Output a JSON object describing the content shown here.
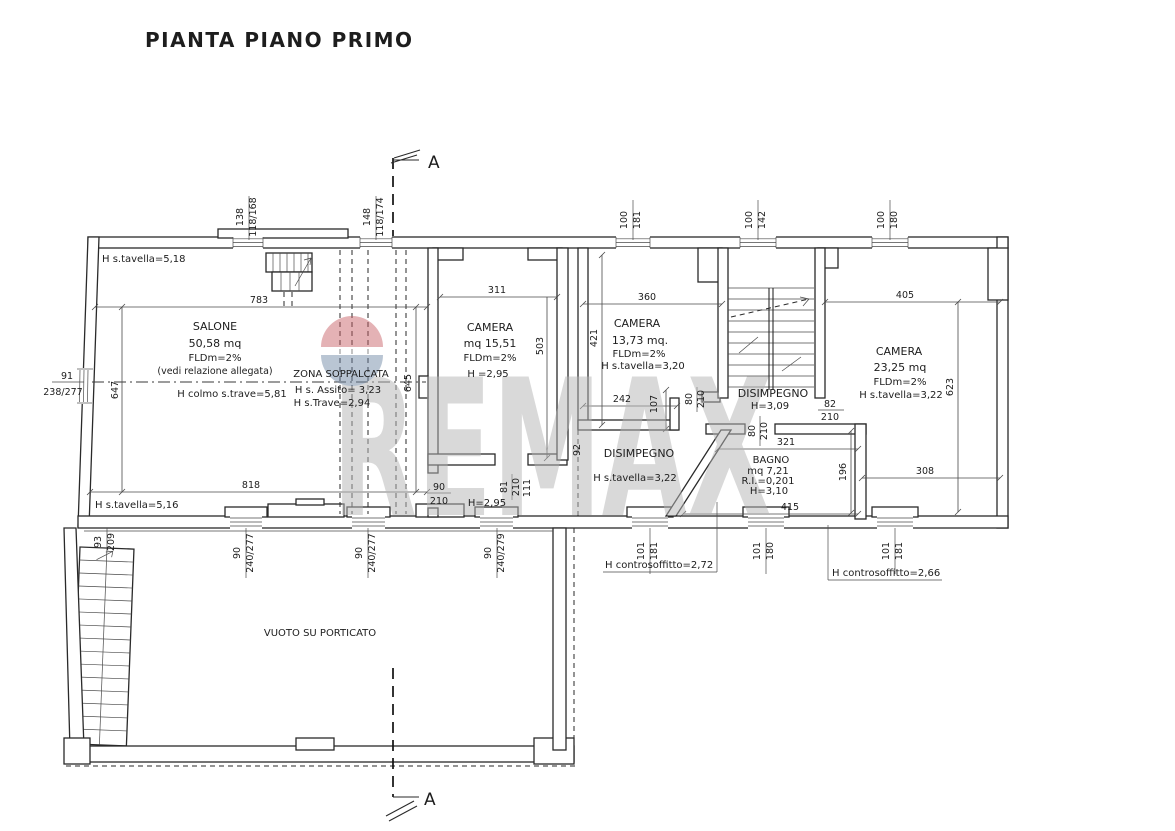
{
  "title": "PIANTA PIANO PRIMO",
  "section": {
    "label": "A"
  },
  "watermark": {
    "brand": "REMAX",
    "letters_gray": "#c6c6c6",
    "balloon_red": "#c55f66",
    "balloon_blue": "#66809f"
  },
  "rooms": {
    "salone": {
      "name": "SALONE",
      "area": "50,58 mq",
      "fld": "FLDm=2%",
      "note": "(vedi relazione allegata)",
      "ridge": "H colmo s.trave=5,81"
    },
    "zona_soppalcata": {
      "name": "ZONA SOPPALCATA",
      "assito": "H s. Assito= 3,23",
      "trave": "H s.Trave=2,94"
    },
    "camera1": {
      "name": "CAMERA",
      "area": "mq 15,51",
      "fld": "FLDm=2%",
      "height": "H =2,95"
    },
    "camera2": {
      "name": "CAMERA",
      "area": "13,73 mq.",
      "fld": "FLDm=2%",
      "height": "H s.tavella=3,20"
    },
    "camera3": {
      "name": "CAMERA",
      "area": "23,25 mq",
      "fld": "FLDm=2%",
      "height": "H s.tavella=3,22"
    },
    "disimpegno_scala": {
      "name": "DISIMPEGNO",
      "height": "H=3,09"
    },
    "disimpegno": {
      "name": "DISIMPEGNO",
      "height": "H s.tavella=3,22"
    },
    "bagno": {
      "name": "BAGNO",
      "area": "mq 7,21",
      "ri": "R.I.=0,201",
      "height": "H=3,10"
    },
    "porticato": {
      "name": "VUOTO SU PORTICATO"
    }
  },
  "notes": {
    "tavella_alta": "H s.tavella=5,18",
    "tavella_bassa": "H s.tavella=5,16",
    "controsoffitto_272": "H controsoffitto=2,72",
    "controsoffitto_266": "H controsoffitto=2,66",
    "corridoio_h": "H=2,95"
  },
  "dims": {
    "salone_larghezza": "783",
    "salone_larghezza_sud": "818",
    "salone_altezza_ovest": "647",
    "salone_altezza_est": "645",
    "camera1_larghezza": "311",
    "camera1_profondita": "503",
    "camera2_larghezza": "360",
    "camera2_profondita": "421",
    "camera2_sud": "242",
    "camera2_jog": "107",
    "passaggio": "92",
    "corridoio_apertura": "111",
    "camera3_larghezza": "405",
    "camera3_profondita": "623",
    "camera3_sud": "308",
    "bagno_nord": "321",
    "bagno_sud": "415",
    "bagno_est": "196"
  },
  "windows_top": [
    {
      "w": "138",
      "h": "118/168"
    },
    {
      "w": "148",
      "h": "118/174"
    },
    {
      "w": "100",
      "h": "181"
    },
    {
      "w": "100",
      "h": "142"
    },
    {
      "w": "100",
      "h": "180"
    }
  ],
  "windows_bottom": [
    {
      "w": "90",
      "h": "240/277"
    },
    {
      "w": "90",
      "h": "240/277"
    },
    {
      "w": "90",
      "h": "240/279"
    },
    {
      "w": "101",
      "h": "181"
    },
    {
      "w": "101",
      "h": "180"
    },
    {
      "w": "101",
      "h": "181"
    }
  ],
  "window_left": {
    "w": "91",
    "h": "238/277"
  },
  "scala_esterna": {
    "w": "93",
    "h": "209"
  },
  "doors": {
    "camera1": {
      "w": "81",
      "h": "210"
    },
    "salone": {
      "w": "90",
      "h": "210"
    },
    "camera2": {
      "w": "80",
      "h": "210"
    },
    "bagno": {
      "w": "80",
      "h": "210"
    },
    "camera3": {
      "w": "82",
      "h": "210"
    }
  }
}
